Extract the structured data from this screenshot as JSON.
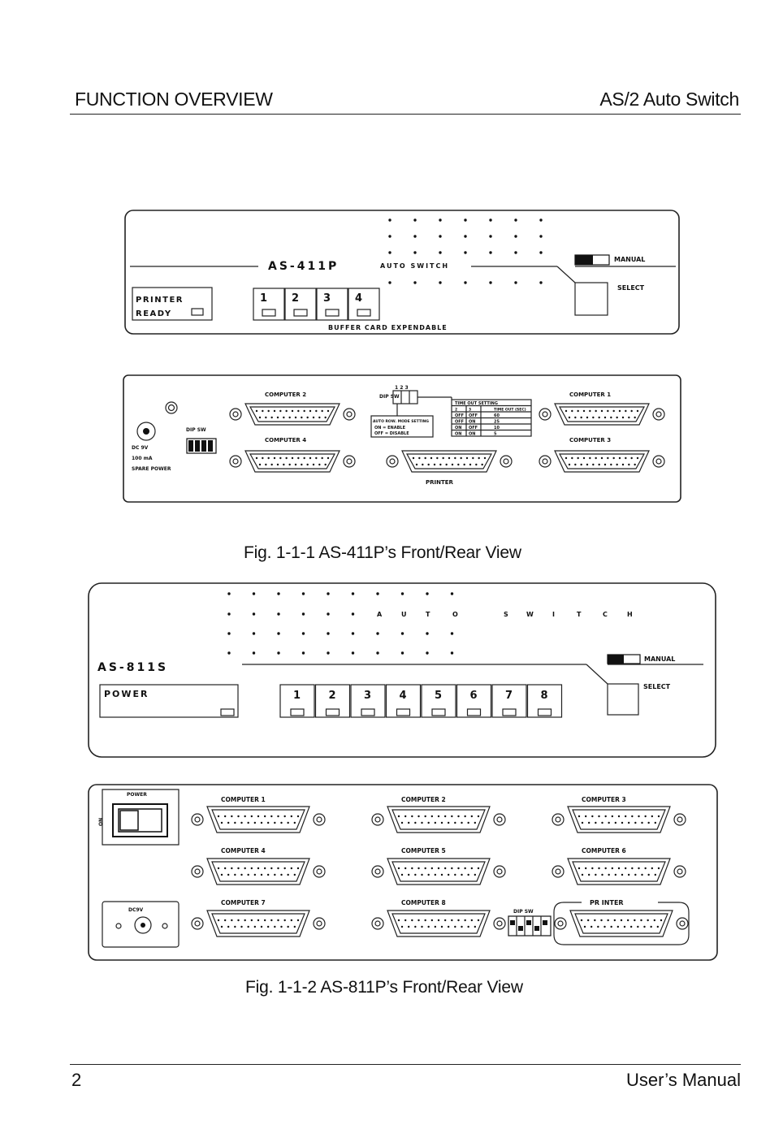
{
  "header": {
    "title": "FUNCTION OVERVIEW",
    "product": "AS/2 Auto Switch"
  },
  "figure1": {
    "caption": "Fig. 1-1-1  AS-411P’s Front/Rear View",
    "front": {
      "model": "AS-411P",
      "mode": "AUTO SWITCH",
      "printer_label": "PRINTER",
      "ready_label": "READY",
      "buttons": [
        "1",
        "2",
        "3",
        "4"
      ],
      "manual_label": "MANUAL",
      "select_label": "SELECT",
      "bottom_note": "BUFFER CARD EXPENDABLE"
    },
    "rear": {
      "computer2": "COMPUTER 2",
      "computer4": "COMPUTER 4",
      "computer1": "COMPUTER 1",
      "computer3": "COMPUTER 3",
      "printer": "PRINTER",
      "dip_sw": "DIP SW",
      "dc": "DC 9V",
      "current": "100 mA",
      "spare": "SPARE POWER",
      "dip_top": "DIP SW",
      "dip_numbers": "1 2 3",
      "timeout_title": "TIME OUT SETTING",
      "timeout_head": [
        "2",
        "3",
        "TIME OUT (SEC)"
      ],
      "timeout_rows": [
        [
          "OFF",
          "OFF",
          "60"
        ],
        [
          "OFF",
          "ON",
          "25"
        ],
        [
          "ON",
          "OFF",
          "10"
        ],
        [
          "ON",
          "ON",
          "5"
        ]
      ],
      "auto_title": "AUTO ROW. MODE SETTING",
      "auto_rows": [
        "ON = ENABLE",
        "OFF = DISABLE"
      ]
    }
  },
  "figure2": {
    "caption": "Fig. 1-1-2  AS-811P’s Front/Rear View",
    "front": {
      "model": "AS-811S",
      "mode_letters": [
        "A",
        "U",
        "T",
        "O",
        "S",
        "W",
        "I",
        "T",
        "C",
        "H"
      ],
      "power_label": "POWER",
      "buttons": [
        "1",
        "2",
        "3",
        "4",
        "5",
        "6",
        "7",
        "8"
      ],
      "manual_label": "MANUAL",
      "select_label": "SELECT"
    },
    "rear": {
      "power": "POWER",
      "on": "ON",
      "dc": "DC9V",
      "computers": [
        "COMPUTER 1",
        "COMPUTER 2",
        "COMPUTER 3",
        "COMPUTER 4",
        "COMPUTER 5",
        "COMPUTER 6",
        "COMPUTER 7",
        "COMPUTER 8"
      ],
      "dip_sw": "DIP SW",
      "printer": "PR INTER"
    }
  },
  "footer": {
    "page": "2",
    "manual": "User’s Manual"
  }
}
